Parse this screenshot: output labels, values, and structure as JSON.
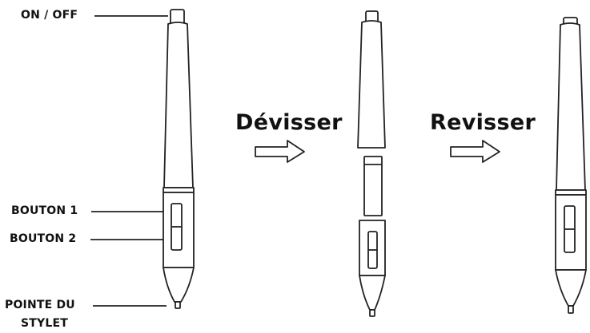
{
  "labels": {
    "on_off": "ON / OFF",
    "bouton1": "BOUTON 1",
    "bouton2": "BOUTON 2",
    "pointe_line1": "POINTE DU",
    "pointe_line2": "STYLET",
    "plus_sign": "+",
    "step1": "Dévisser",
    "step2": "Revisser"
  },
  "icons": {
    "arrow": "right-arrow-outline-icon",
    "pen": "stylus-pen-icon",
    "battery": "battery-icon"
  },
  "colors": {
    "line": "#222222",
    "background": "#ffffff",
    "text": "#111111"
  }
}
